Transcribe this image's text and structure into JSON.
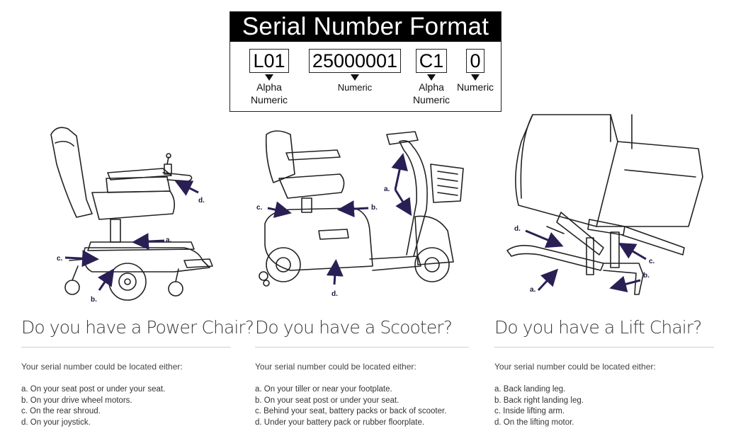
{
  "serial_format": {
    "title": "Serial Number Format",
    "segments": [
      {
        "code": "L01",
        "label_line1": "Alpha",
        "label_line2": "Numeric"
      },
      {
        "code": "25000001",
        "label_line1": "Numeric",
        "label_line2": ""
      },
      {
        "code": "C1",
        "label_line1": "Alpha",
        "label_line2": "Numeric"
      },
      {
        "code": "0",
        "label_line1": "Numeric",
        "label_line2": ""
      }
    ]
  },
  "callout_letters": {
    "a": "a.",
    "b": "b.",
    "c": "c.",
    "d": "d."
  },
  "columns": [
    {
      "heading": "Do you have a Power Chair?",
      "intro": "Your serial number could be located either:",
      "items": [
        "a. On your seat post or under your seat.",
        "b. On your drive wheel motors.",
        "c. On the rear shroud.",
        "d. On your joystick."
      ]
    },
    {
      "heading": "Do you have a Scooter?",
      "intro": "Your serial number could be located either:",
      "items": [
        "a. On your tiller or near your footplate.",
        "b. On your seat post or under your seat.",
        "c. Behind your seat, battery packs or back of scooter.",
        "d. Under your battery pack or rubber floorplate."
      ]
    },
    {
      "heading": "Do you have a Lift Chair?",
      "intro": "Your serial number could be located either:",
      "items": [
        "a. Back landing leg.",
        "b. Back right landing leg.",
        "c. Inside lifting arm.",
        "d. On the lifting motor."
      ]
    }
  ],
  "colors": {
    "arrow": "#2a1f55",
    "title_bg": "#000000",
    "rule": "#cfcfcf"
  }
}
